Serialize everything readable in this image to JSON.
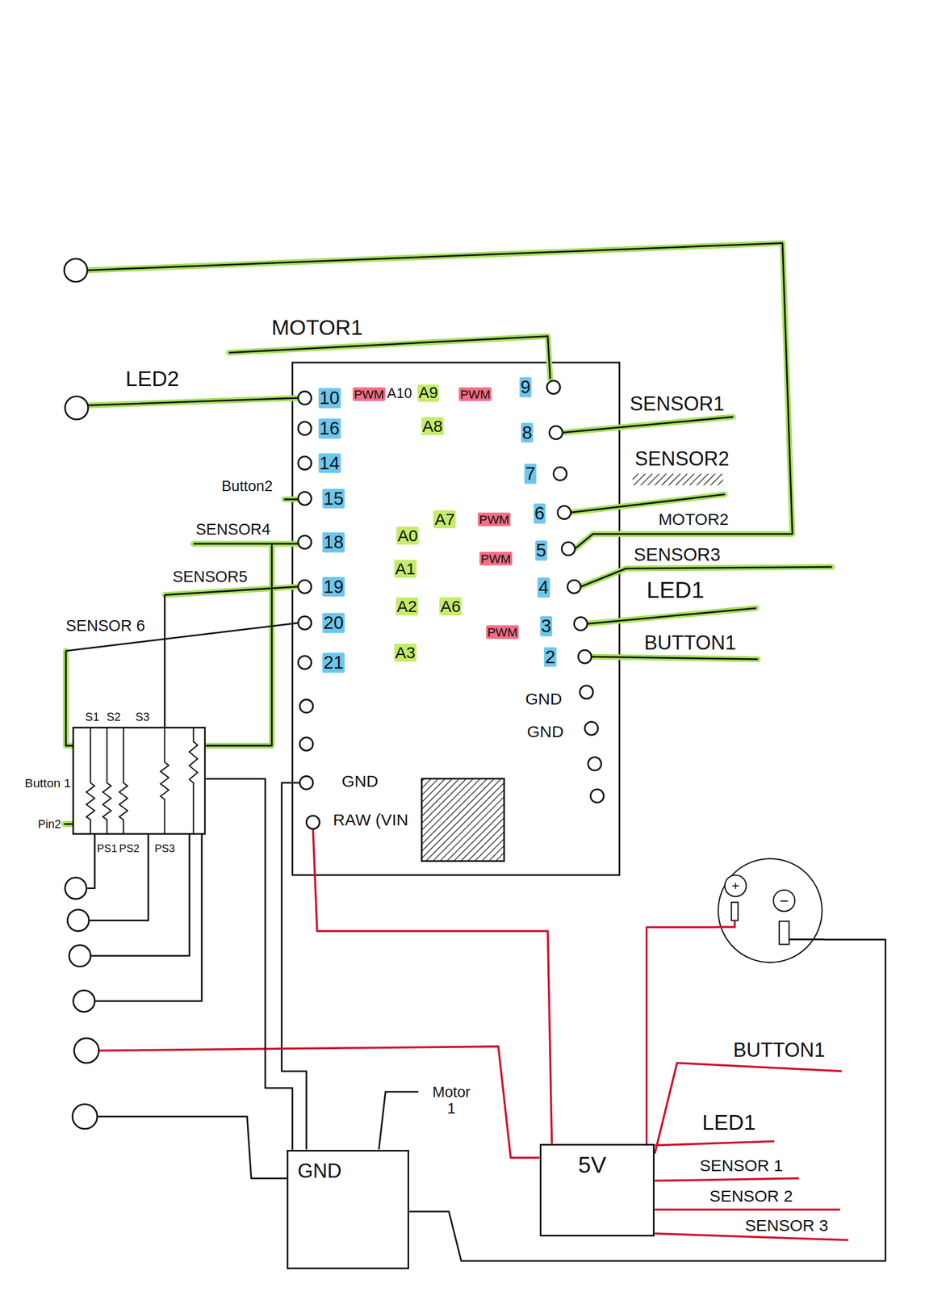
{
  "diagram": {
    "nodes": [
      {
        "text": [
          "S1",
          "S2",
          "S3",
          "PS1",
          "PS2",
          "PS3"
        ]
      },
      {
        "text": [
          "+",
          "−"
        ]
      },
      {
        "text": [
          "GND"
        ]
      },
      {
        "text": [
          "5V"
        ]
      }
    ],
    "edges": [
      {
        "from": 0,
        "to": 2,
        "arrow": "none"
      },
      {
        "from": 1,
        "to": 3,
        "arrow": "none"
      },
      {
        "from": 1,
        "to": 2,
        "arrow": "none"
      }
    ],
    "labels": [
      "MOTOR1",
      "LED2",
      "SENSOR1",
      "SENSOR2",
      "MOTOR2",
      "SENSOR3",
      "LED1",
      "BUTTON1",
      "Button2",
      "SENSOR4",
      "SENSOR5",
      "SENSOR 6",
      "10",
      "PWM",
      "A10",
      "A9",
      "PWM",
      "9",
      "16",
      "A8",
      "8",
      "14",
      "7",
      "15",
      "A0",
      "A7",
      "PWM",
      "6",
      "18",
      "A1",
      "PWM",
      "5",
      "19",
      "A2",
      "A6",
      "4",
      "20",
      "PWM",
      "3",
      "21",
      "A3",
      "2",
      "GND",
      "GND",
      "GND",
      "RAW (VIN",
      "Button 1",
      "Pin2",
      "Motor 1",
      "BUTTON1",
      "LED1",
      "SENSOR 1",
      "SENSOR 2",
      "SENSOR 3"
    ]
  }
}
